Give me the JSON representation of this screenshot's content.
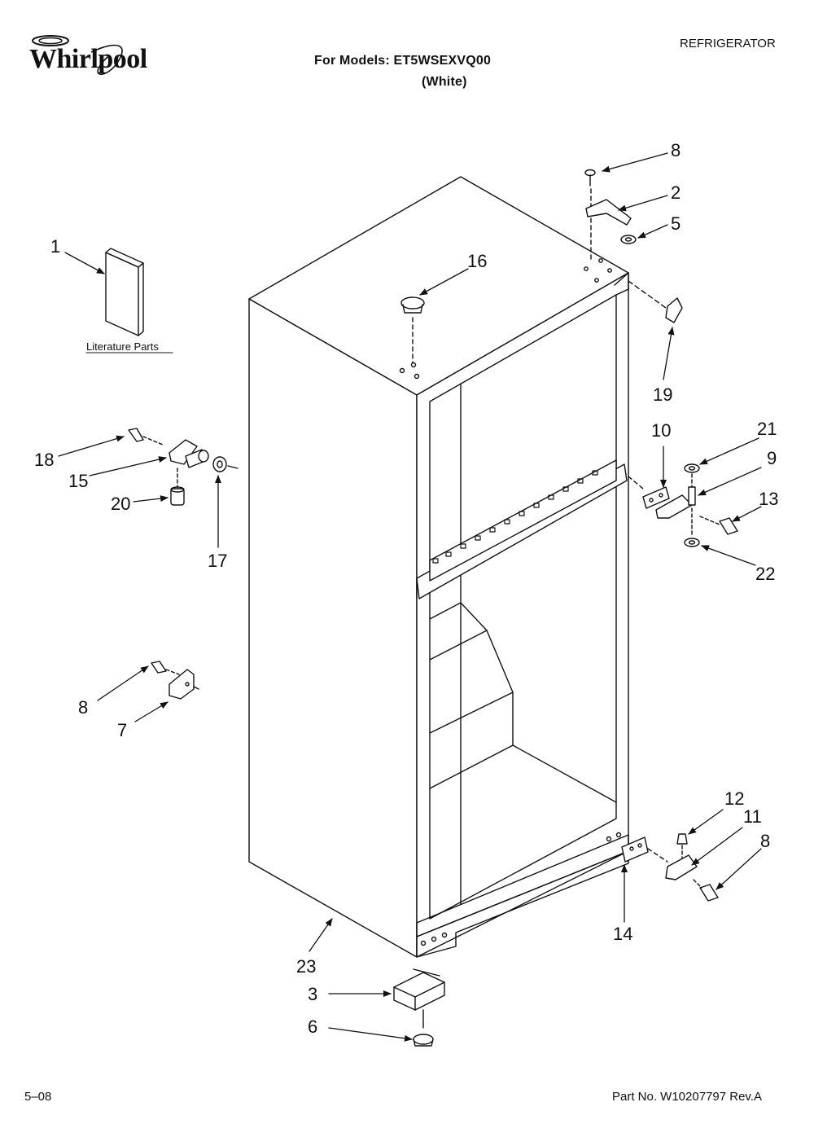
{
  "header": {
    "brand": "Whirlpool",
    "models_line": "For Models: ET5WSEXVQ00",
    "color_line": "(White)",
    "category": "REFRIGERATOR"
  },
  "footer": {
    "date_code": "5–08",
    "part_number": "Part No. W10207797 Rev.A"
  },
  "diagram": {
    "literature_label": "Literature Parts",
    "callouts": [
      "1",
      "2",
      "3",
      "5",
      "6",
      "7",
      "8",
      "8",
      "8",
      "9",
      "10",
      "11",
      "12",
      "13",
      "14",
      "15",
      "16",
      "17",
      "18",
      "19",
      "20",
      "21",
      "22",
      "23"
    ]
  }
}
